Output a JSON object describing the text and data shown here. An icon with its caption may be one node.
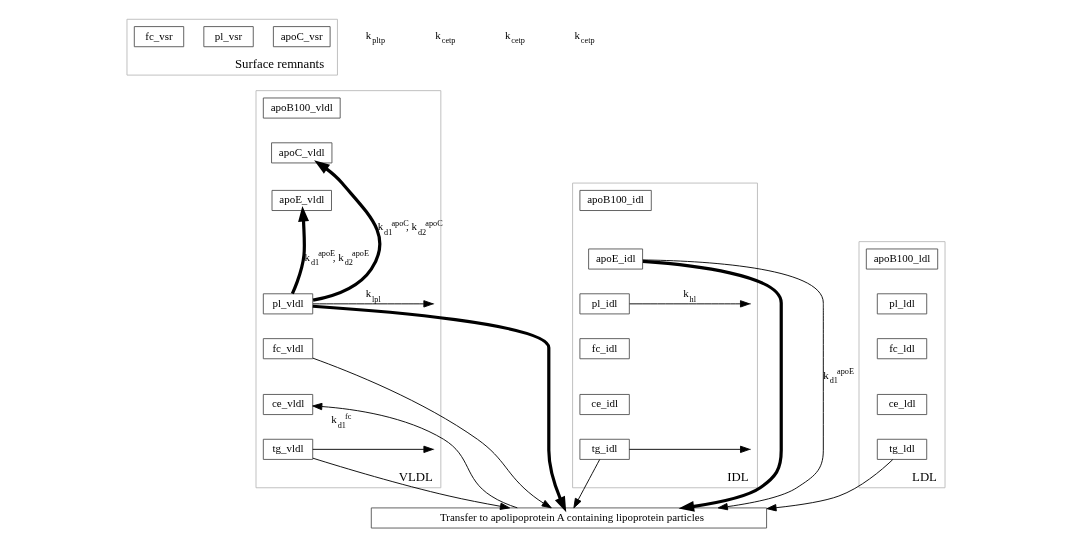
{
  "diagram": {
    "nodes": [
      {
        "text": [
          "Surface remnants"
        ]
      },
      {
        "text": [
          "apoC_vsr"
        ],
        "in": 0
      },
      {
        "text": [
          "pl_vsr"
        ],
        "in": 0
      },
      {
        "text": [
          "fc_vsr"
        ],
        "in": 0
      },
      {
        "text": [
          "VLDL"
        ]
      },
      {
        "text": [
          "apoB100_vldl"
        ],
        "in": 4
      },
      {
        "text": [
          "apoC_vldl"
        ],
        "in": 4
      },
      {
        "text": [
          "apoE_vldl"
        ],
        "in": 4
      },
      {
        "text": [
          "pl_vldl"
        ],
        "in": 4
      },
      {
        "text": [
          "fc_vldl"
        ],
        "in": 4
      },
      {
        "text": [
          "ce_vldl"
        ],
        "in": 4
      },
      {
        "text": [
          "tg_vldl"
        ],
        "in": 4
      },
      {
        "text": [
          "IDL"
        ]
      },
      {
        "text": [
          "apoB100_idl"
        ],
        "in": 12
      },
      {
        "text": [
          "apoE_idl"
        ],
        "in": 12
      },
      {
        "text": [
          "pl_idl"
        ],
        "in": 12
      },
      {
        "text": [
          "fc_idl"
        ],
        "in": 12
      },
      {
        "text": [
          "ce_idl"
        ],
        "in": 12
      },
      {
        "text": [
          "tg_idl"
        ],
        "in": 12
      },
      {
        "text": [
          "LDL"
        ]
      },
      {
        "text": [
          "apoB100_ldl"
        ],
        "in": 19
      },
      {
        "text": [
          "pl_ldl"
        ],
        "in": 19
      },
      {
        "text": [
          "fc_ldl"
        ],
        "in": 19
      },
      {
        "text": [
          "ce_ldl"
        ],
        "in": 19
      },
      {
        "text": [
          "tg_ldl"
        ],
        "in": 19
      },
      {
        "text": [
          "Transfer to apolipoprotein A containing lipoprotein particles"
        ]
      }
    ],
    "edges": [
      {
        "from": 8,
        "to": null,
        "arrow": "to",
        "label": "k$_{lpl}$"
      },
      {
        "from": 11,
        "to": null,
        "arrow": "to"
      },
      {
        "from": 11,
        "to": 25,
        "arrow": "to"
      },
      {
        "from": 8,
        "to": 6,
        "arrow": "to",
        "label": "k$_{d1}$$^{apoC}$, k$_{d2}$$^{apoC}$",
        "style": "thick"
      },
      {
        "from": 8,
        "to": 7,
        "arrow": "to",
        "label": "k$_{d1}$$^{apoE}$, k$_{d2}$$^{apoE}$",
        "style": "thick"
      },
      {
        "from": 8,
        "to": 25,
        "arrow": "to",
        "style": "thick"
      },
      {
        "from": 9,
        "to": 25,
        "arrow": "to"
      },
      {
        "from": 25,
        "to": 10,
        "arrow": "to",
        "label": "k$_{d1}$$^{fc}$"
      },
      {
        "from": 14,
        "to": 25,
        "arrow": "to",
        "style": "thick"
      },
      {
        "from": 14,
        "to": 25,
        "arrow": "to",
        "label": "k$_{d1}$$^{apoE}$"
      },
      {
        "from": 15,
        "to": null,
        "arrow": "to",
        "label": "k$_{hl}$"
      },
      {
        "from": 18,
        "to": null,
        "arrow": "to"
      },
      {
        "from": 18,
        "to": 25,
        "arrow": "to"
      },
      {
        "from": 24,
        "to": 25,
        "arrow": "to"
      }
    ],
    "labels": [
      "k$_{pltp}$",
      "k$_{cetp}$",
      "k$_{cetp}$",
      "k$_{cetp}$"
    ]
  }
}
